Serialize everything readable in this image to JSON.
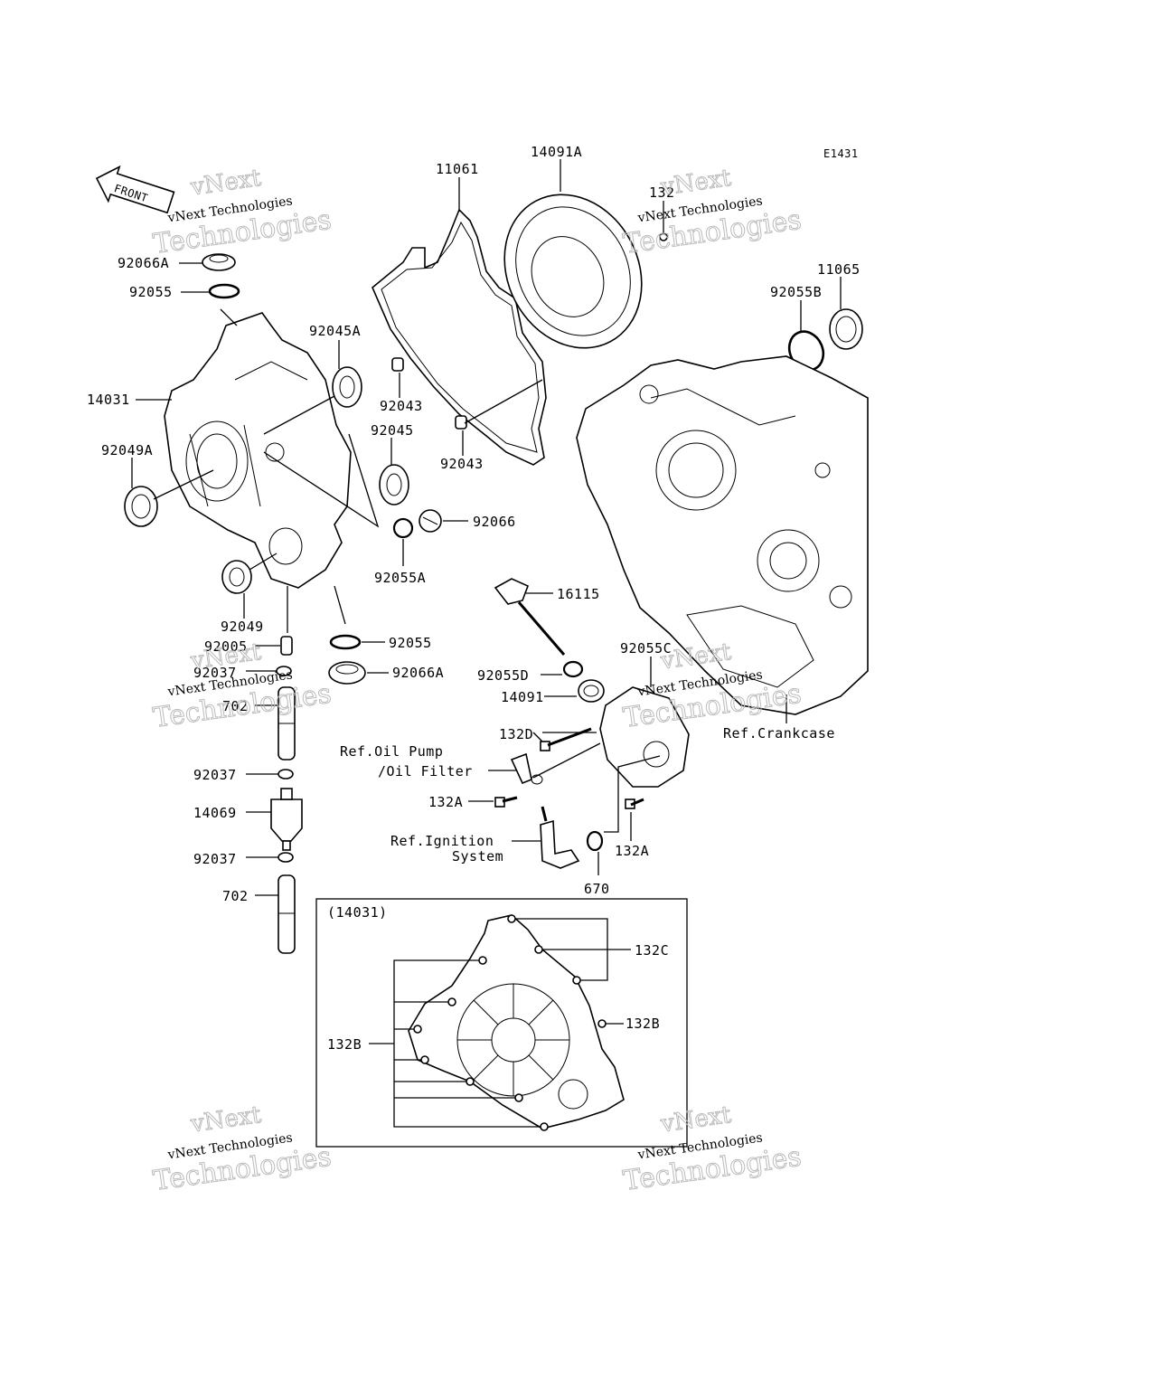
{
  "diagram_code": "E1431",
  "front_label": "FRONT",
  "watermark": {
    "brand_top": "vNext",
    "line_main": "vNext Technologies",
    "line_big": "Technologies"
  },
  "labels": {
    "p11061": "11061",
    "p14091A": "14091A",
    "p132_top": "132",
    "p11065": "11065",
    "p92055B": "92055B",
    "p92066A_top": "92066A",
    "p92055_top": "92055",
    "p92045A": "92045A",
    "p14031": "14031",
    "p92043_a": "92043",
    "p92045": "92045",
    "p92049A": "92049A",
    "p92043_b": "92043",
    "p92066": "92066",
    "p92055A": "92055A",
    "p16115": "16115",
    "p92049": "92049",
    "p92005": "92005",
    "p92055_mid": "92055",
    "p92037_a": "92037",
    "p92066A_mid": "92066A",
    "p702_a": "702",
    "p92055C": "92055C",
    "p92055D": "92055D",
    "p14091": "14091",
    "ref_crankcase": "Ref.Crankcase",
    "p132D": "132D",
    "ref_oil_pump_1": "Ref.Oil Pump",
    "ref_oil_pump_2": "/Oil Filter",
    "p92037_b": "92037",
    "p132A_a": "132A",
    "p14069": "14069",
    "ref_ignition_1": "Ref.Ignition",
    "ref_ignition_2": "System",
    "p132A_b": "132A",
    "p92037_c": "92037",
    "p670": "670",
    "p702_b": "702",
    "inset_title": "(14031)",
    "p132C": "132C",
    "p132B_right": "132B",
    "p132B_left": "132B"
  }
}
